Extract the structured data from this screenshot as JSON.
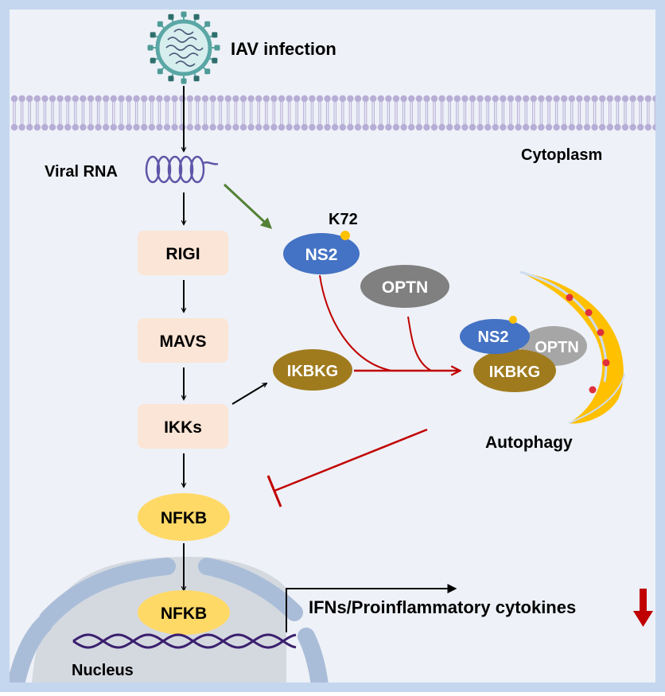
{
  "labels": {
    "infection": "IAV infection",
    "cytoplasm": "Cytoplasm",
    "viral_rna": "Viral RNA",
    "k72": "K72",
    "autophagy": "Autophagy",
    "output": "IFNs/Proinflammatory cytokines",
    "nucleus": "Nucleus"
  },
  "pathway": {
    "rigi": "RIGI",
    "mavs": "MAVS",
    "ikks": "IKKs",
    "nfkb_cytoplasm": "NFKB",
    "nfkb_nucleus": "NFKB"
  },
  "proteins": {
    "ns2": "NS2",
    "optn": "OPTN",
    "ikbkg": "IKBKG"
  },
  "complex": {
    "ns2": "NS2",
    "optn": "OPTN",
    "ikbkg": "IKBKG"
  },
  "colors": {
    "border": "#c5d7ef",
    "background": "#eef1f7",
    "membrane": "#b6aed6",
    "pathway_box": "#fbe5d6",
    "nfkb": "#ffd966",
    "ns2": "#4472c4",
    "optn": "#808080",
    "ikbkg": "#a07b1e",
    "inhibit": "#c00000",
    "green_arrow": "#538135",
    "autophagosome": "#ffc000",
    "nucleus": "#d4d9e0",
    "dna": "#3b1f6e"
  }
}
